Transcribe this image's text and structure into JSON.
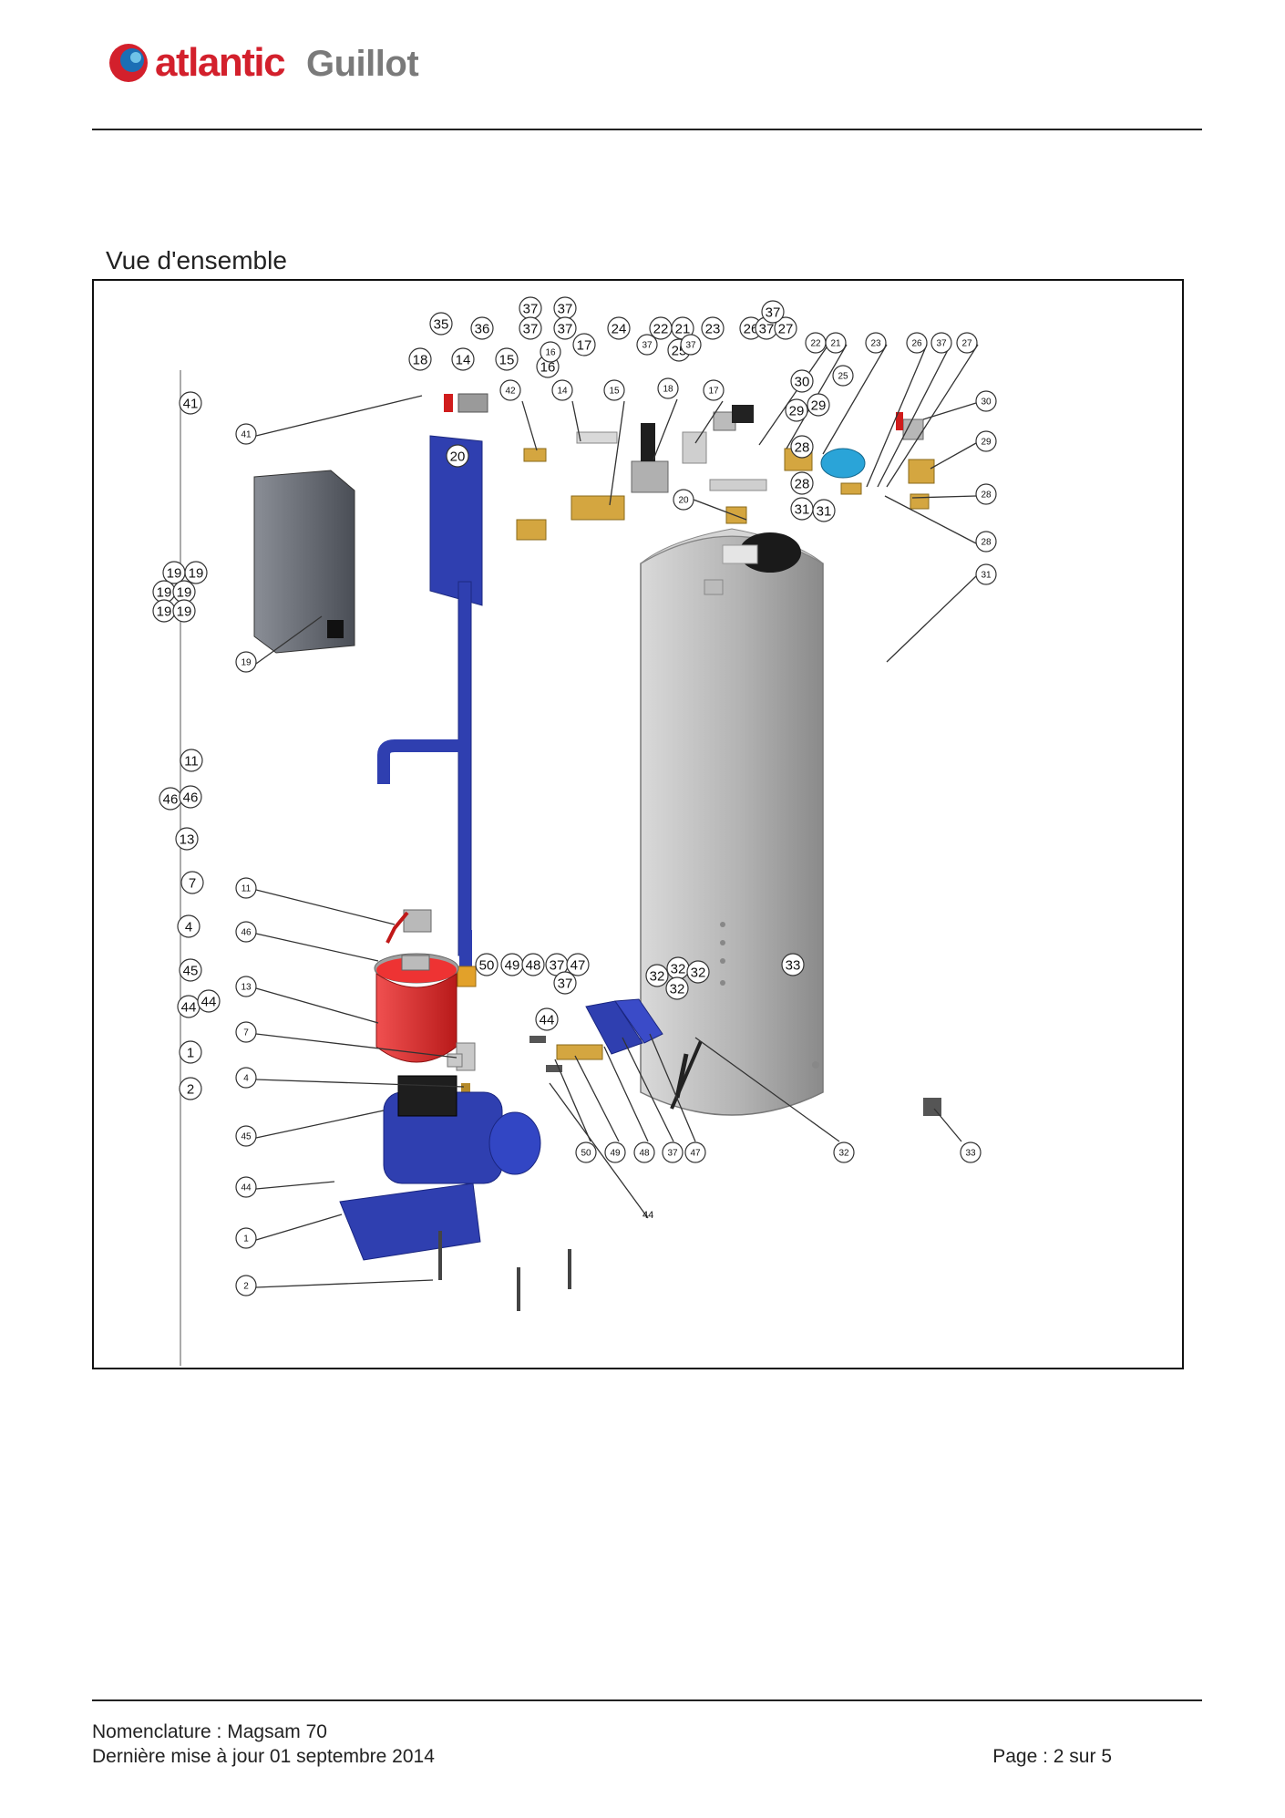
{
  "header": {
    "brand_primary": "atlantic",
    "brand_secondary": "Guillot"
  },
  "section_title": "Vue d'ensemble",
  "diagram": {
    "large_labels": [
      "37",
      "37",
      "35",
      "36",
      "37",
      "37",
      "24",
      "22",
      "21",
      "23",
      "26",
      "37",
      "27",
      "37",
      "18",
      "14",
      "15",
      "16",
      "17",
      "25",
      "41",
      "30",
      "29",
      "29",
      "20",
      "28",
      "28",
      "31",
      "31",
      "19",
      "19",
      "19",
      "19",
      "19",
      "19",
      "11",
      "46",
      "46",
      "13",
      "7",
      "4",
      "45",
      "44",
      "44",
      "1",
      "2",
      "50",
      "49",
      "48",
      "37",
      "47",
      "37",
      "32",
      "32",
      "32",
      "32",
      "33",
      "44"
    ],
    "small_labels": [
      "22",
      "21",
      "23",
      "26",
      "37",
      "27",
      "37",
      "37",
      "16",
      "42",
      "14",
      "15",
      "18",
      "17",
      "25",
      "41",
      "30",
      "29",
      "20",
      "28",
      "28",
      "31",
      "19",
      "11",
      "46",
      "13",
      "7",
      "4",
      "45",
      "44",
      "1",
      "2",
      "50",
      "49",
      "48",
      "37",
      "47",
      "32",
      "33"
    ],
    "stray_mark": "44"
  },
  "footer": {
    "nomenclature": "Nomenclature : Magsam 70",
    "updated": "Dernière mise à jour 01 septembre 2014",
    "page": "Page : 2 sur 5"
  },
  "colors": {
    "brand_red": "#d3202c",
    "brand_grey": "#7a7a7a",
    "pipe_blue": "#2f3fb0",
    "tank_grey": "#a8a8a8",
    "vessel_red": "#d62a2a",
    "brass": "#c79a2b"
  }
}
